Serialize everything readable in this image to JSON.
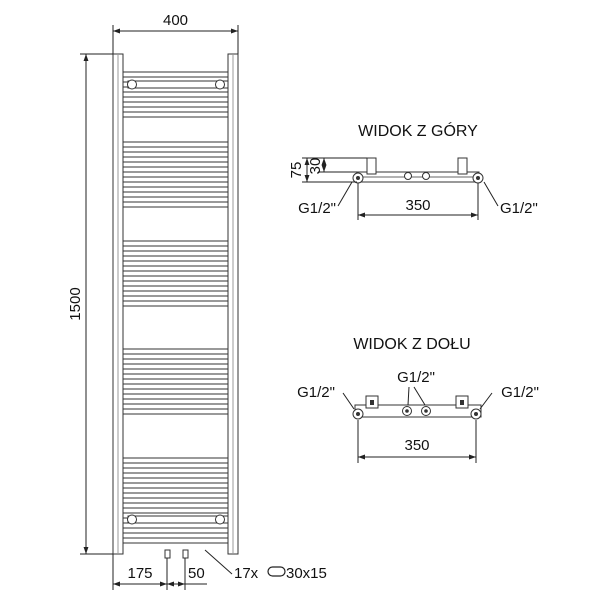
{
  "front_view": {
    "width_label": "400",
    "height_label": "1500",
    "left_offset_label": "175",
    "spacing_label": "50",
    "tubes_label": "17x",
    "tube_size_label": "30x15"
  },
  "top_view": {
    "title": "WIDOK Z GÓRY",
    "depth_outer_label": "75",
    "depth_inner_label": "30",
    "connector_left_label": "G1/2\"",
    "connector_right_label": "G1/2\"",
    "spacing_label": "350"
  },
  "bottom_view": {
    "title": "WIDOK Z DOŁU",
    "connector_left_label": "G1/2\"",
    "connector_center_label": "G1/2\"",
    "connector_right_label": "G1/2\"",
    "spacing_label": "350"
  }
}
